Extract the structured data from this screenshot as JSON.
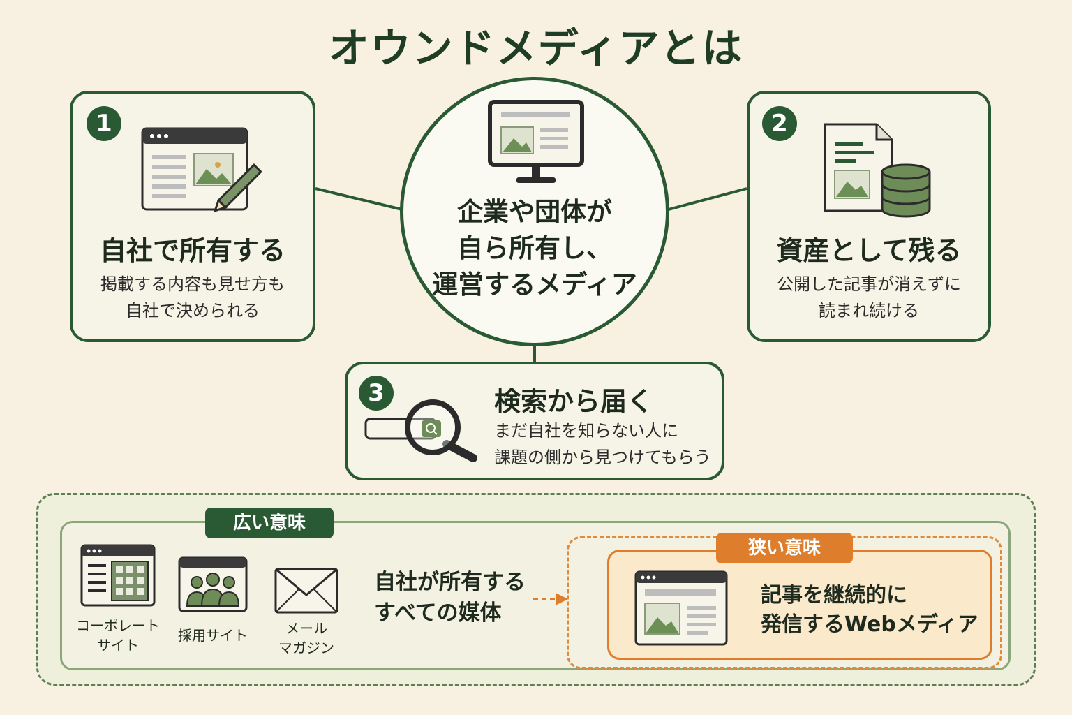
{
  "title": "オウンドメディアとは",
  "center": {
    "lines": [
      "企業や団体が",
      "自ら所有し、",
      "運営するメディア"
    ]
  },
  "cards": [
    {
      "number": "1",
      "title": "自社で所有する",
      "desc": [
        "掲載する内容も見せ方も",
        "自社で決められる"
      ]
    },
    {
      "number": "2",
      "title": "資産として残る",
      "desc": [
        "公開した記事が消えずに",
        "読まれ続ける"
      ]
    },
    {
      "number": "3",
      "title": "検索から届く",
      "desc": [
        "まだ自社を知らない人に",
        "課題の側から見つけてもらう"
      ]
    }
  ],
  "broad": {
    "tag": "広い意味",
    "media": [
      {
        "lines": [
          "コーポレート",
          "サイト"
        ],
        "icon": "corporate-site-icon"
      },
      {
        "lines": [
          "採用サイト"
        ],
        "icon": "recruit-site-icon"
      },
      {
        "lines": [
          "メール",
          "マガジン"
        ],
        "icon": "mail-icon"
      }
    ],
    "text": [
      "自社が所有する",
      "すべての媒体"
    ]
  },
  "narrow": {
    "tag": "狭い意味",
    "text": [
      "記事を継続的に",
      "発信するWebメディア"
    ],
    "icon": "web-media-icon"
  },
  "colors": {
    "primary_green": "#2a5a33",
    "accent_orange": "#de7e2c",
    "background": "#f8f0e0"
  }
}
